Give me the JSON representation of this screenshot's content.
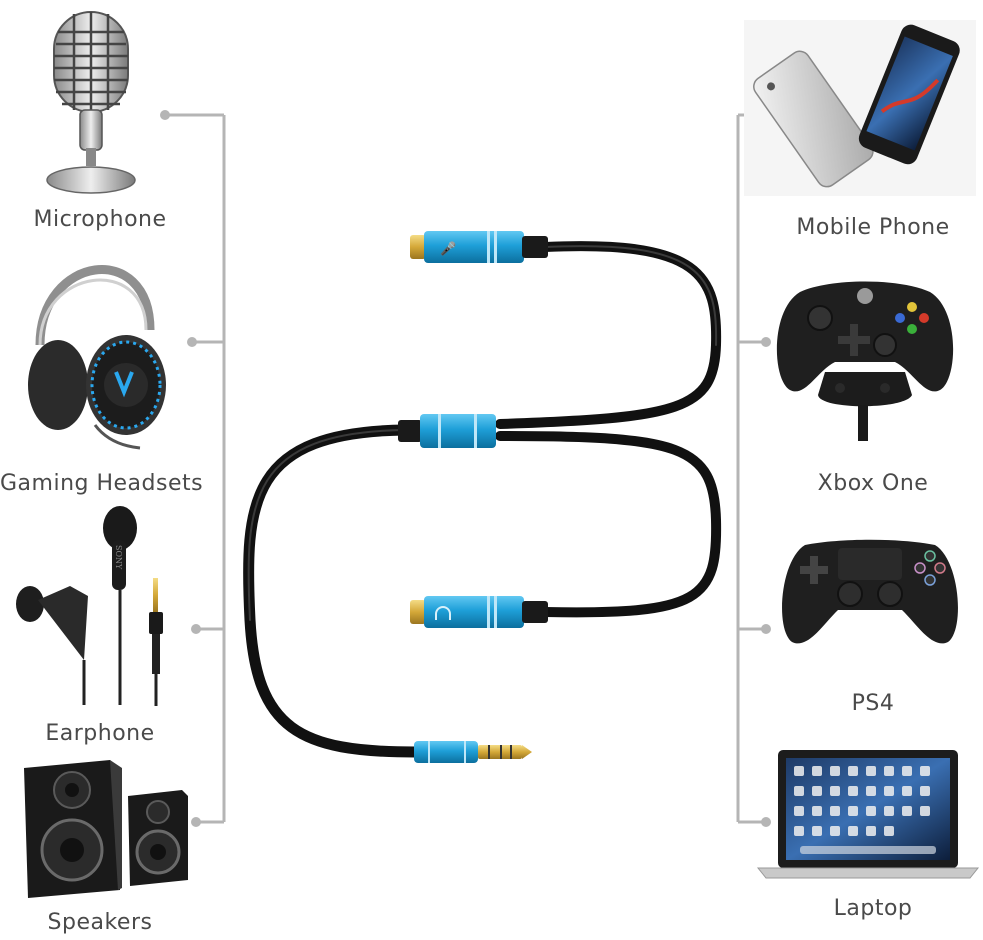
{
  "left_devices": [
    {
      "label": "Microphone",
      "icon": "microphone-icon"
    },
    {
      "label": "Gaming Headsets",
      "icon": "headset-icon"
    },
    {
      "label": "Earphone",
      "icon": "earphone-icon"
    },
    {
      "label": "Speakers",
      "icon": "speakers-icon"
    }
  ],
  "right_devices": [
    {
      "label": "Mobile Phone",
      "icon": "phone-icon"
    },
    {
      "label": "Xbox One",
      "icon": "xbox-controller-icon"
    },
    {
      "label": "PS4",
      "icon": "ps4-controller-icon"
    },
    {
      "label": "Laptop",
      "icon": "laptop-icon"
    }
  ],
  "colors": {
    "connector_blue": "#1e9fd8",
    "cable_black": "#1a1a1a",
    "gold": "#d4a838",
    "line_gray": "#b5b5b5",
    "label_gray": "#4a4a4a"
  }
}
